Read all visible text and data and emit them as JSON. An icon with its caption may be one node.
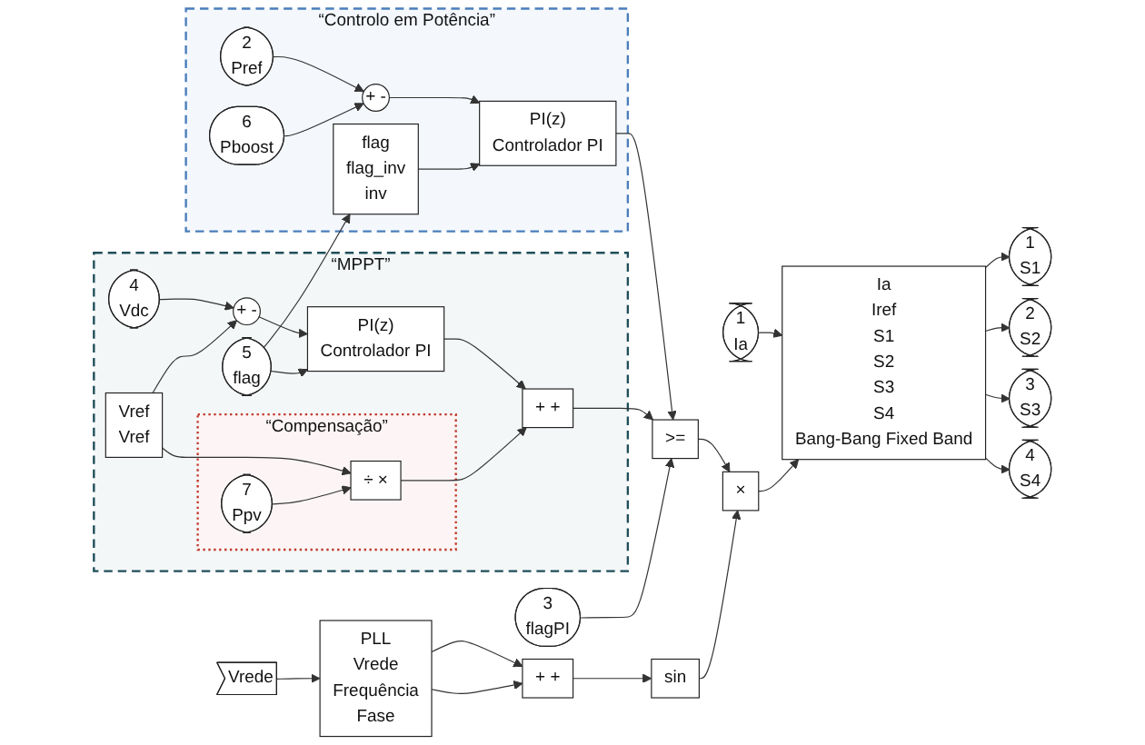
{
  "diagram": {
    "nodes": [
      {
        "text": [
          "“Controlo em Potência”"
        ]
      },
      {
        "text": [
          "2",
          "Pref"
        ],
        "in": 0
      },
      {
        "text": [
          "6",
          "Pboost"
        ],
        "in": 0
      },
      {
        "text": [
          "+ -"
        ],
        "in": 0
      },
      {
        "text": [
          "flag",
          "flag_inv",
          "inv"
        ],
        "in": 0
      },
      {
        "text": [
          "PI(z)",
          "Controlador PI"
        ],
        "in": 0
      },
      {
        "text": [
          "“MPPT”"
        ]
      },
      {
        "text": [
          "4",
          "Vdc"
        ],
        "in": 6
      },
      {
        "text": [
          "+ -"
        ],
        "in": 6
      },
      {
        "text": [
          "5",
          "flag"
        ],
        "in": 6
      },
      {
        "text": [
          "Vref",
          "Vref"
        ],
        "in": 6
      },
      {
        "text": [
          "PI(z)",
          "Controlador PI"
        ],
        "in": 6
      },
      {
        "text": [
          "“Compensação”"
        ],
        "in": 6
      },
      {
        "text": [
          "7",
          "Ppv"
        ],
        "in": 12
      },
      {
        "text": [
          "÷ ×"
        ],
        "in": 12
      },
      {
        "text": [
          "+ +"
        ],
        "in": 6
      },
      {
        "text": [
          "3",
          "flagPI"
        ]
      },
      {
        "text": [
          ">="
        ]
      },
      {
        "text": [
          "1",
          "Ia"
        ]
      },
      {
        "text": [
          "×"
        ]
      },
      {
        "text": [
          "Ia",
          "Iref",
          "S1",
          "S2",
          "S3",
          "S4",
          "Bang-Bang Fixed Band"
        ]
      },
      {
        "text": [
          "1",
          "S1"
        ]
      },
      {
        "text": [
          "2",
          "S2"
        ]
      },
      {
        "text": [
          "3",
          "S3"
        ]
      },
      {
        "text": [
          "4",
          "S4"
        ]
      },
      {
        "text": [
          "Vrede"
        ]
      },
      {
        "text": [
          "PLL",
          "Vrede",
          "Frequência",
          "Fase"
        ]
      },
      {
        "text": [
          "+ +"
        ]
      },
      {
        "text": [
          "sin"
        ]
      }
    ],
    "edges": [
      {
        "from": 1,
        "to": 3,
        "arrow": "to"
      },
      {
        "from": 2,
        "to": 3,
        "arrow": "to"
      },
      {
        "from": 3,
        "to": 5,
        "arrow": "to"
      },
      {
        "from": 9,
        "to": 4,
        "arrow": "to"
      },
      {
        "from": 4,
        "to": 5,
        "arrow": "to"
      },
      {
        "from": 5,
        "to": 17,
        "arrow": "to"
      },
      {
        "from": 7,
        "to": 8,
        "arrow": "to"
      },
      {
        "from": 10,
        "to": 8,
        "arrow": "to"
      },
      {
        "from": 8,
        "to": 11,
        "arrow": "to"
      },
      {
        "from": 9,
        "to": 11,
        "arrow": "to"
      },
      {
        "from": 10,
        "to": 14,
        "arrow": "to"
      },
      {
        "from": 13,
        "to": 14,
        "arrow": "to"
      },
      {
        "from": 11,
        "to": 15,
        "arrow": "to"
      },
      {
        "from": 14,
        "to": 15,
        "arrow": "to"
      },
      {
        "from": 15,
        "to": 17,
        "arrow": "to"
      },
      {
        "from": 16,
        "to": 17,
        "arrow": "to"
      },
      {
        "from": 17,
        "to": 19,
        "arrow": "to"
      },
      {
        "from": 18,
        "to": 20,
        "arrow": "to"
      },
      {
        "from": 19,
        "to": 20,
        "arrow": "to"
      },
      {
        "from": 20,
        "to": 21,
        "arrow": "to"
      },
      {
        "from": 20,
        "to": 22,
        "arrow": "to"
      },
      {
        "from": 20,
        "to": 23,
        "arrow": "to"
      },
      {
        "from": 20,
        "to": 24,
        "arrow": "to"
      },
      {
        "from": 25,
        "to": 26,
        "arrow": "to"
      },
      {
        "from": 26,
        "to": 27,
        "arrow": "to"
      },
      {
        "from": 26,
        "to": 27,
        "arrow": "to"
      },
      {
        "from": 27,
        "to": 28,
        "arrow": "to"
      },
      {
        "from": 28,
        "to": 19,
        "arrow": "to"
      }
    ]
  }
}
